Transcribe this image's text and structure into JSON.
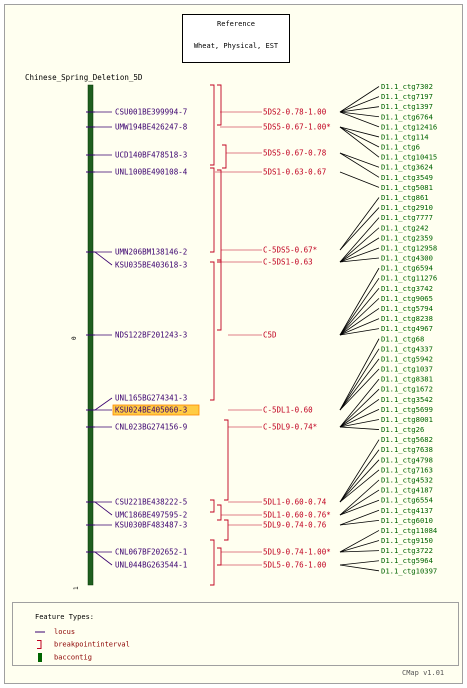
{
  "reference": {
    "title": "Reference",
    "subtitle": "Wheat, Physical, EST"
  },
  "map": {
    "name": "Chinese_Spring_Deletion_5D",
    "scale_top": "0",
    "scale_bottom": "1",
    "loci": [
      {
        "label": "CSU001BE399994-7",
        "highlight": false
      },
      {
        "label": "UMW194BE426247-8",
        "highlight": false
      },
      {
        "label": "UCD140BF478518-3",
        "highlight": false
      },
      {
        "label": "UNL100BE490108-4",
        "highlight": false
      },
      {
        "label": "UMN206BM138146-2",
        "highlight": false
      },
      {
        "label": "KSU035BE403618-3",
        "highlight": false
      },
      {
        "label": "NDS122BF201243-3",
        "highlight": false
      },
      {
        "label": "UNL165BG274341-3",
        "highlight": false
      },
      {
        "label": "KSU024BE405060-3",
        "highlight": true
      },
      {
        "label": "CNL023BG274156-9",
        "highlight": false
      },
      {
        "label": "CSU221BE438222-5",
        "highlight": false
      },
      {
        "label": "UMC186BE497595-2",
        "highlight": false
      },
      {
        "label": "KSU030BF483487-3",
        "highlight": false
      },
      {
        "label": "CNL067BF202652-1",
        "highlight": false
      },
      {
        "label": "UNL044BG263544-1",
        "highlight": false
      }
    ],
    "intervals": [
      {
        "label": "5DS2-0.78-1.00"
      },
      {
        "label": "5DS5-0.67-1.00*"
      },
      {
        "label": "5DS5-0.67-0.78"
      },
      {
        "label": "5DS1-0.63-0.67"
      },
      {
        "label": "C-5DS5-0.67*"
      },
      {
        "label": "C-5DS1-0.63"
      },
      {
        "label": "C5D"
      },
      {
        "label": "C-5DL1-0.60"
      },
      {
        "label": "C-5DL9-0.74*"
      },
      {
        "label": "5DL1-0.60-0.74"
      },
      {
        "label": "5DL1-0.60-0.76*"
      },
      {
        "label": "5DL9-0.74-0.76"
      },
      {
        "label": "5DL9-0.74-1.00*"
      },
      {
        "label": "5DL5-0.76-1.00"
      }
    ],
    "contigs": [
      "D1.1_ctg7302",
      "D1.1_ctg7197",
      "D1.1_ctg1397",
      "D1.1_ctg6764",
      "D1.1_ctg12416",
      "D1.1_ctg114",
      "D1.1_ctg6",
      "D1.1_ctg10415",
      "D1.1_ctg3624",
      "D1.1_ctg3549",
      "D1.1_ctg5081",
      "D1.1_ctg861",
      "D1.1_ctg2910",
      "D1.1_ctg7777",
      "D1.1_ctg242",
      "D1.1_ctg2359",
      "D1.1_ctg12958",
      "D1.1_ctg4300",
      "D1.1_ctg6594",
      "D1.1_ctg11276",
      "D1.1_ctg3742",
      "D1.1_ctg9065",
      "D1.1_ctg5794",
      "D1.1_ctg8238",
      "D1.1_ctg4967",
      "D1.1_ctg68",
      "D1.1_ctg4337",
      "D1.1_ctg5942",
      "D1.1_ctg1037",
      "D1.1_ctg8381",
      "D1.1_ctg1672",
      "D1.1_ctg3542",
      "D1.1_ctg5699",
      "D1.1_ctg8001",
      "D1.1_ctg26",
      "D1.1_ctg5682",
      "D1.1_ctg7638",
      "D1.1_ctg4798",
      "D1.1_ctg7163",
      "D1.1_ctg4532",
      "D1.1_ctg4187",
      "D1.1_ctg6554",
      "D1.1_ctg4137",
      "D1.1_ctg6010",
      "D1.1_ctg11084",
      "D1.1_ctg9150",
      "D1.1_ctg3722",
      "D1.1_ctg5964",
      "D1.1_ctg10397"
    ]
  },
  "legend": {
    "title": "Feature Types:",
    "items": [
      {
        "label": "locus",
        "icon": "line-icon"
      },
      {
        "label": "breakpointinterval",
        "icon": "bracket-icon"
      },
      {
        "label": "baccontig",
        "icon": "bar-icon"
      }
    ]
  },
  "footer": "CMap v1.01",
  "colors": {
    "locus": "#3a006f",
    "interval": "#c00020",
    "contig": "#006400",
    "highlight_bg": "#ffcc44",
    "highlight_border": "#ff8800"
  }
}
